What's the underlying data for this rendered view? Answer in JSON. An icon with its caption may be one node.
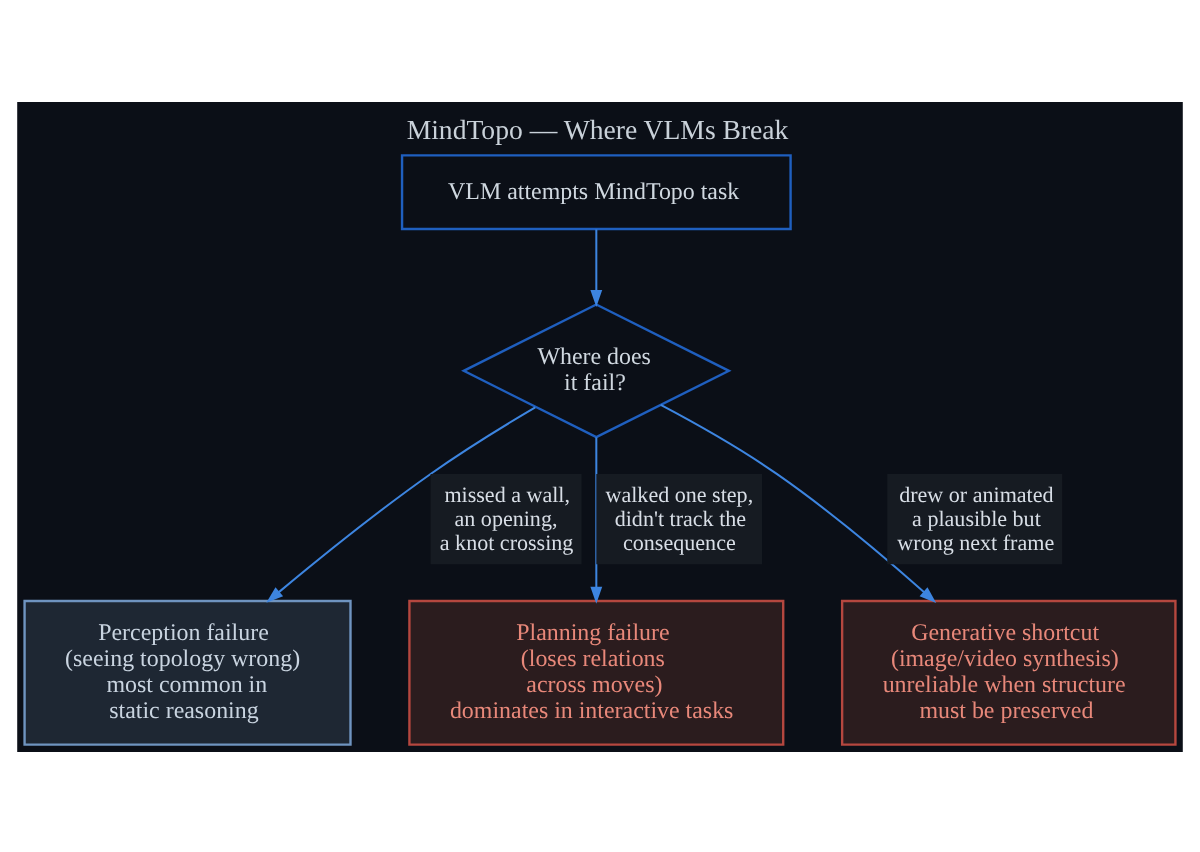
{
  "diagram": {
    "title": "MindTopo — Where VLMs Break",
    "nodes": [
      {
        "text": [
          "VLM attempts MindTopo task"
        ]
      },
      {
        "text": [
          "Where does it fail?"
        ]
      },
      {
        "text": [
          "Perception failure",
          "(seeing topology wrong)",
          "most common in static reasoning"
        ]
      },
      {
        "text": [
          "Planning failure",
          "(loses relations across moves)",
          "dominates in interactive tasks"
        ]
      },
      {
        "text": [
          "Generative shortcut",
          "(image/video synthesis)",
          "unreliable when structure must be preserved"
        ]
      }
    ],
    "edges": [
      {
        "from": 0,
        "to": 1,
        "arrow": "to"
      },
      {
        "from": 1,
        "to": 2,
        "arrow": "to",
        "label": "missed a wall, an opening, a knot crossing"
      },
      {
        "from": 1,
        "to": 3,
        "arrow": "to",
        "label": "walked one step, didn't track the consequence"
      },
      {
        "from": 1,
        "to": 4,
        "arrow": "to",
        "label": "drew or animated a plausible but wrong next frame"
      }
    ]
  }
}
